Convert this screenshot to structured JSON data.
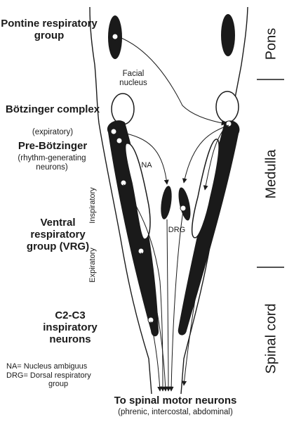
{
  "labels": {
    "pontine": "Pontine respiratory group",
    "facial": "Facial nucleus",
    "botzinger": "Bötzinger complex",
    "botzinger_sub": "(expiratory)",
    "prebotz": "Pre-Bötzinger",
    "prebotz_sub": "(rhythm-generating neurons)",
    "vrg": "Ventral respiratory group (VRG)",
    "c2c3": "C2-C3 inspiratory neurons",
    "na": "NA",
    "drg": "DRG",
    "inspiratory": "Inspiratory",
    "expiratory": "Expiratory",
    "target": "To spinal motor neurons",
    "target_sub": "(phrenic, intercostal, abdominal)"
  },
  "regions": {
    "pons": "Pons",
    "medulla": "Medulla",
    "spinal": "Spinal cord"
  },
  "legend": {
    "na": "NA= Nucleus ambiguus",
    "drg_line1": "DRG= Dorsal  respiratory",
    "drg_line2": "group"
  }
}
